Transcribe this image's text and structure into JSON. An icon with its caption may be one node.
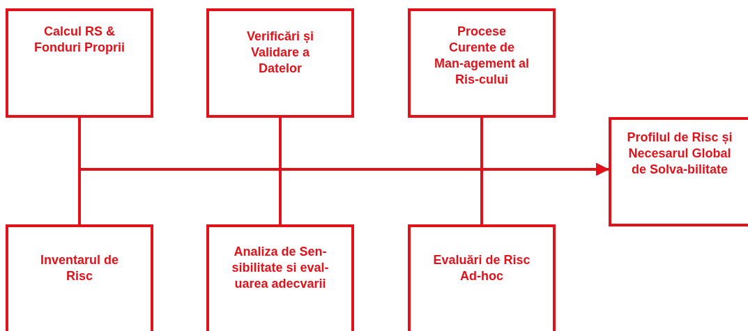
{
  "diagram": {
    "nodes": [
      {
        "text": [
          "Calcul RS & Fonduri Proprii"
        ]
      },
      {
        "text": [
          "Verificări și Validare a Datelor"
        ]
      },
      {
        "text": [
          "Procese Curente de Man-agement al Ris-cului"
        ]
      },
      {
        "text": [
          "Profilul de Risc și Necesarul Global de Solva-bilitate"
        ]
      },
      {
        "text": [
          "Inventarul de Risc"
        ]
      },
      {
        "text": [
          "Analiza de Sen-sibilitate si eval-uarea adecvarii"
        ]
      },
      {
        "text": [
          "Evaluări de Risc Ad-hoc"
        ]
      }
    ],
    "edges": [
      {
        "from": 0,
        "to": 3,
        "arrow": "to"
      },
      {
        "from": 1,
        "to": 3,
        "arrow": "to"
      },
      {
        "from": 2,
        "to": 3,
        "arrow": "to"
      },
      {
        "from": 4,
        "to": 3,
        "arrow": "to"
      },
      {
        "from": 5,
        "to": 3,
        "arrow": "to"
      },
      {
        "from": 6,
        "to": 3,
        "arrow": "to"
      }
    ]
  }
}
